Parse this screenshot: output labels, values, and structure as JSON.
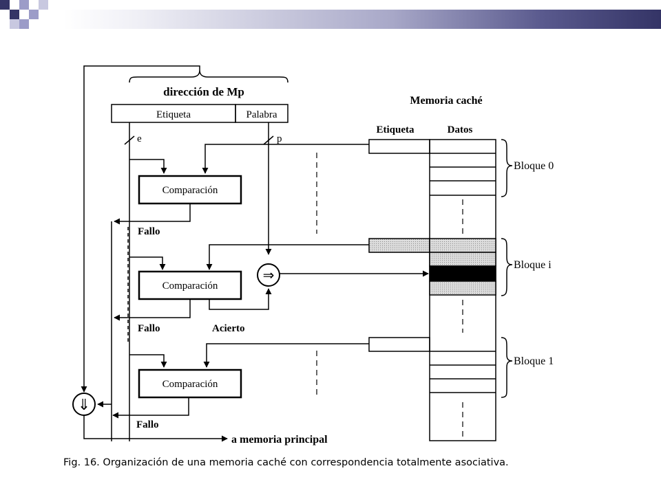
{
  "slide": {
    "accent_colors": [
      "#343466",
      "#9c9cc8",
      "#ffffff"
    ],
    "caption": "Fig. 16.  Organización de una memoria caché con correspondencia totalmente asociativa."
  },
  "diagram": {
    "address_title": "dirección de Mp",
    "address_fields": {
      "tag": "Etiqueta",
      "word": "Palabra"
    },
    "bus_labels": {
      "tag_bits": "e",
      "word_bits": "p"
    },
    "cache_title": "Memoria caché",
    "cache_columns": {
      "tag": "Etiqueta",
      "data": "Datos"
    },
    "comparators": [
      {
        "label": "Comparación",
        "miss": "Fallo"
      },
      {
        "label": "Comparación",
        "miss": "Fallo",
        "hit": "Acierto"
      },
      {
        "label": "Comparación",
        "miss": "Fallo"
      }
    ],
    "blocks": [
      "Bloque 0",
      "Bloque i",
      "Bloque 1"
    ],
    "selector_symbol": "⇒",
    "mux_symbol": "⇓",
    "output_label": "a memoria principal"
  }
}
